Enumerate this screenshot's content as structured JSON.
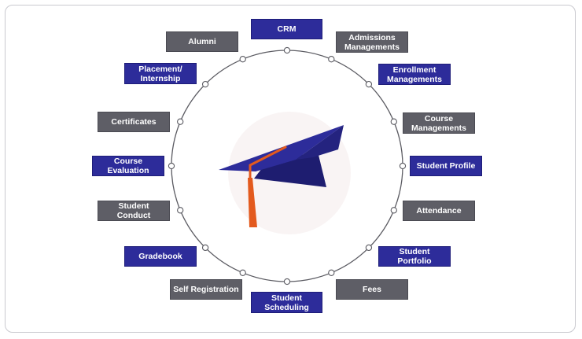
{
  "colors": {
    "blue": "#2d2c9a",
    "gray": "#5e5e66",
    "ring": "#5b5b62",
    "accent": "#e35a1e"
  },
  "center": {
    "icon": "graduation-cap-icon"
  },
  "modules": {
    "crm": "CRM",
    "admissions": "Admissions Managements",
    "enrollment": "Enrollment Managements",
    "course_mgmt": "Course Managements",
    "student_profile": "Student Profile",
    "attendance": "Attendance",
    "student_portfolio": "Student Portfolio",
    "fees": "Fees",
    "student_scheduling": "Student Scheduling",
    "self_registration": "Self Registration",
    "gradebook": "Gradebook",
    "student_conduct": "Student Conduct",
    "course_evaluation": "Course Evaluation",
    "certificates": "Certificates",
    "placement": "Placement/ Internship",
    "alumni": "Alumni"
  }
}
